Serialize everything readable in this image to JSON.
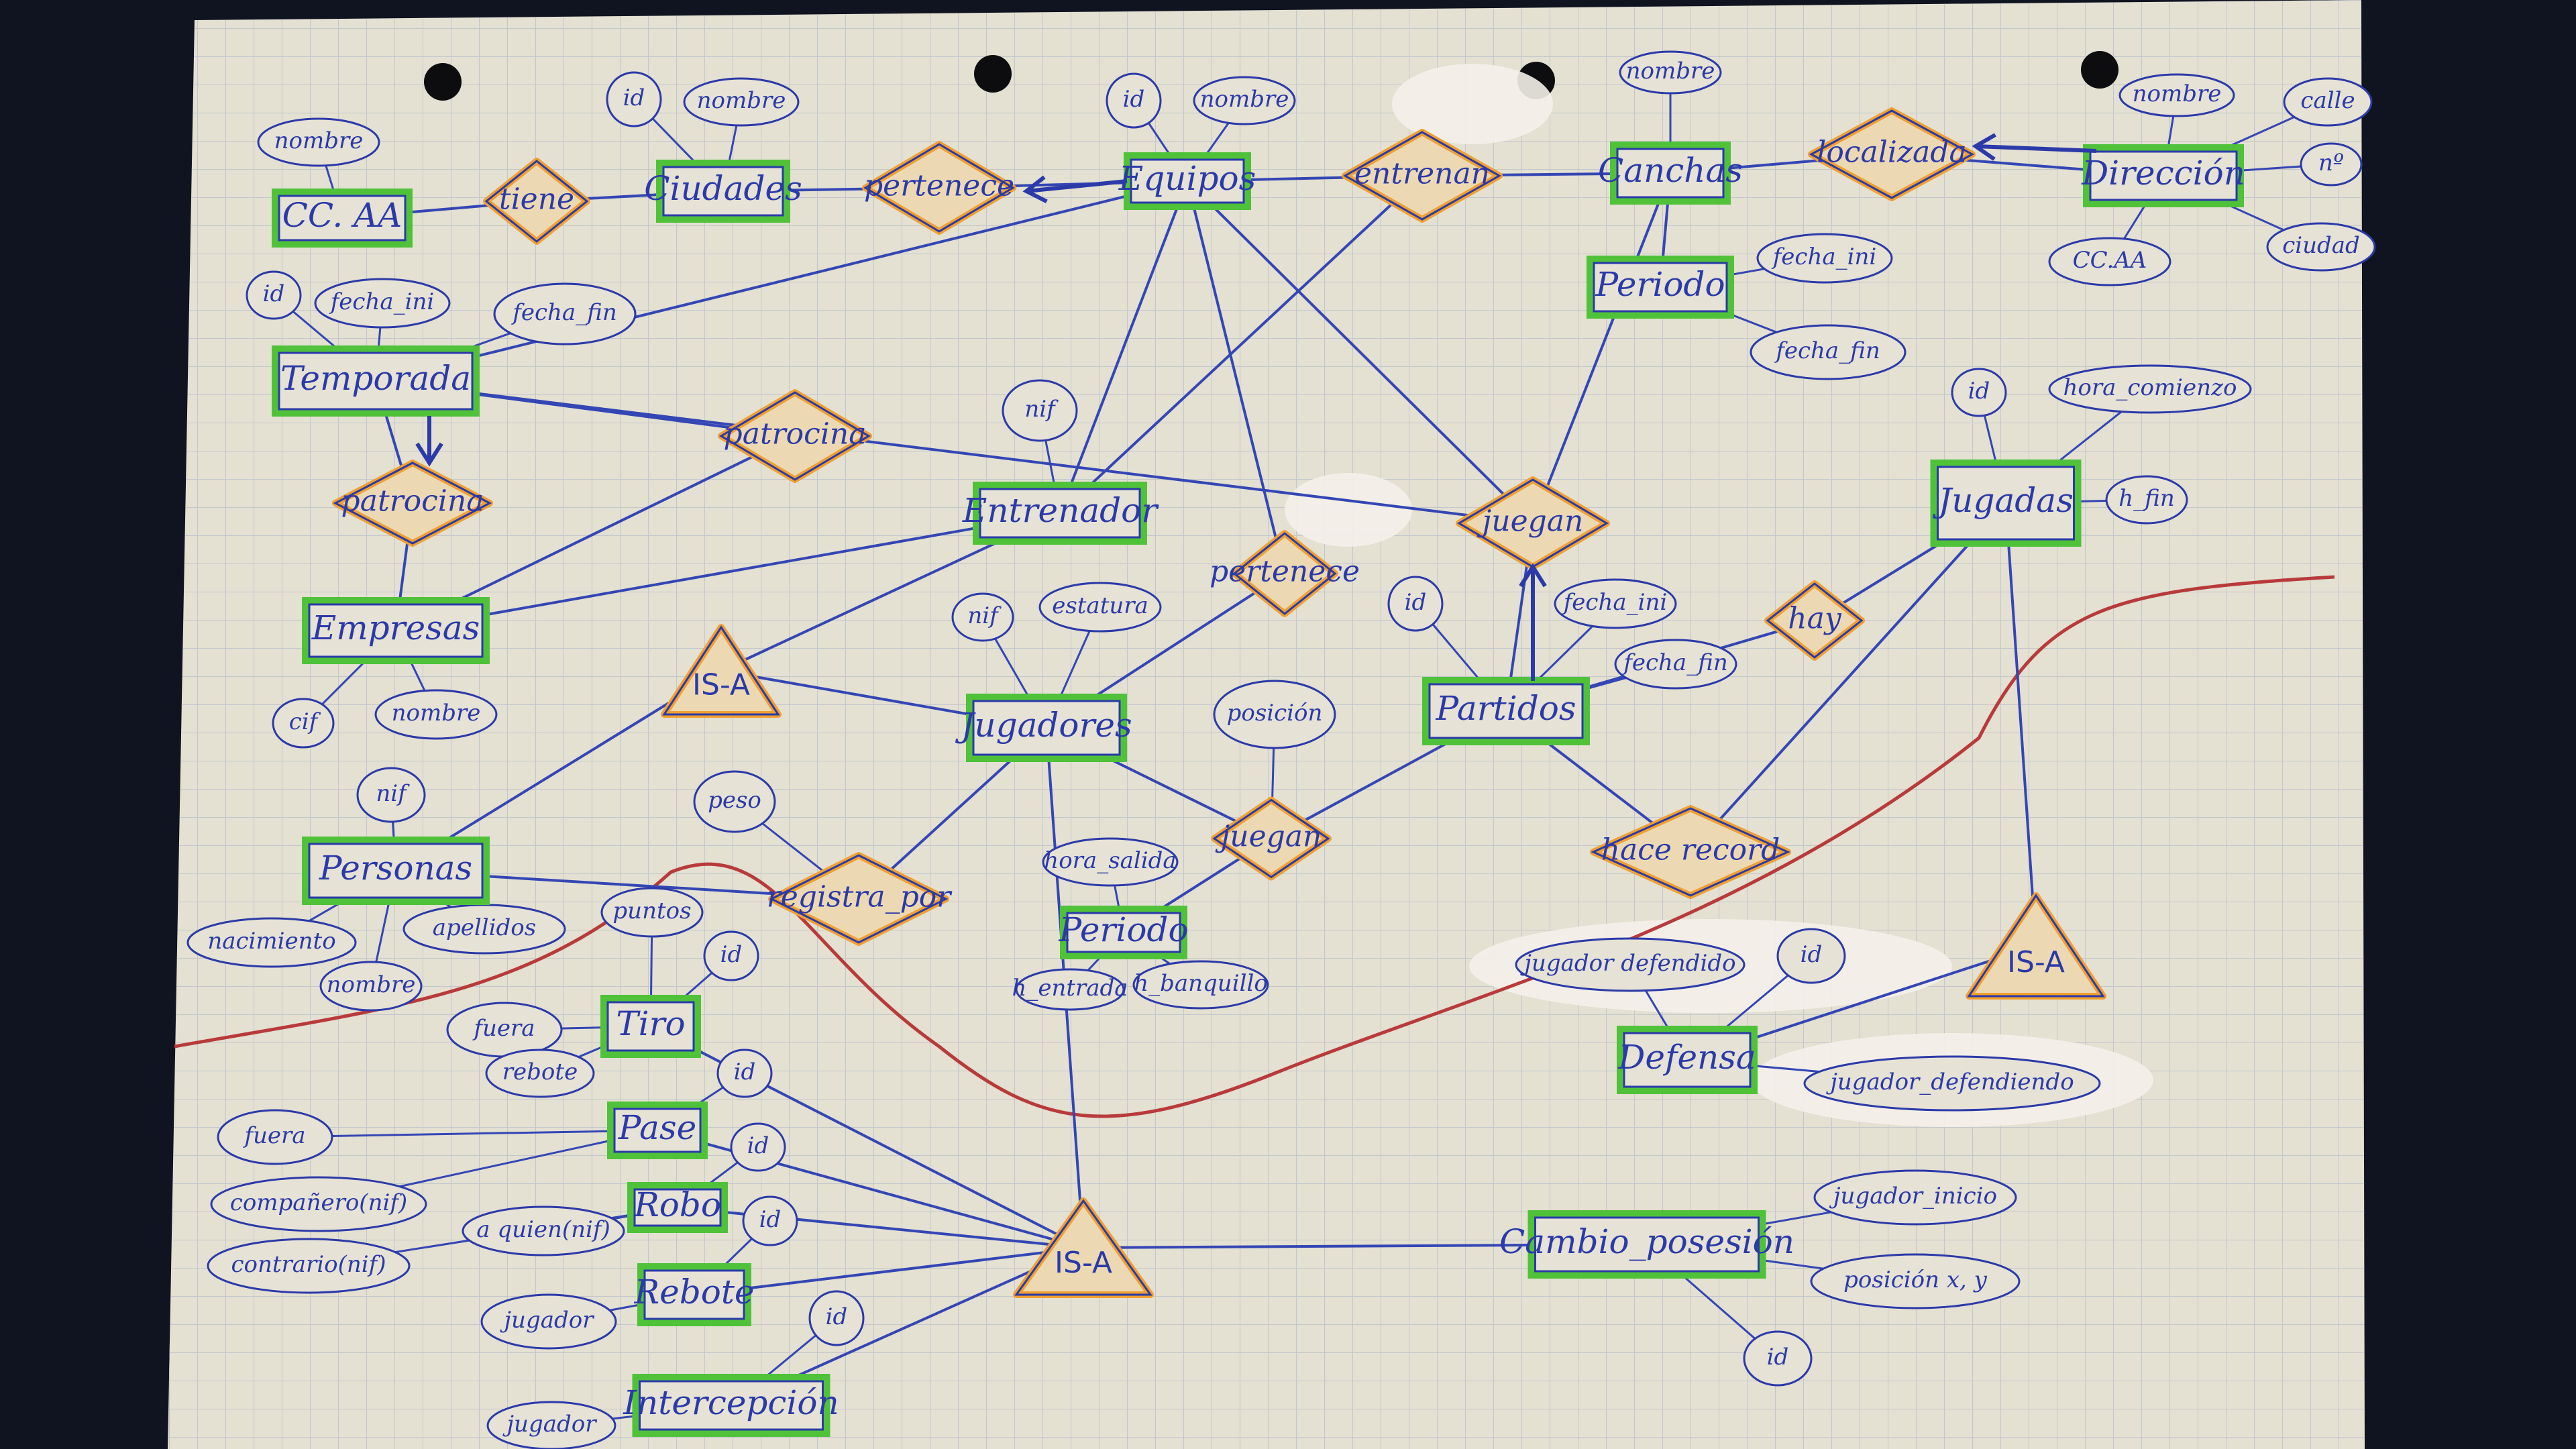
{
  "colors": {
    "background": "#0f1420",
    "paper": "#e5e1d3",
    "grid": "#c5c9cf",
    "ink": "#2b3aa8",
    "entity_highlight": "#4fc23a",
    "relation_highlight": "#f0a030",
    "perimeter_line": "#b83a3a"
  },
  "entities": [
    {
      "id": "ccaa",
      "label": "CC. AA"
    },
    {
      "id": "ciudades",
      "label": "Ciudades"
    },
    {
      "id": "equipos",
      "label": "Equipos"
    },
    {
      "id": "canchas",
      "label": "Canchas"
    },
    {
      "id": "direccion",
      "label": "Dirección"
    },
    {
      "id": "periodo_top",
      "label": "Periodo"
    },
    {
      "id": "temporada",
      "label": "Temporada"
    },
    {
      "id": "empresas",
      "label": "Empresas"
    },
    {
      "id": "entrenador",
      "label": "Entrenador"
    },
    {
      "id": "jugadores",
      "label": "Jugadores"
    },
    {
      "id": "partidos",
      "label": "Partidos"
    },
    {
      "id": "jugadas",
      "label": "Jugadas"
    },
    {
      "id": "personas",
      "label": "Personas"
    },
    {
      "id": "periodo_mid",
      "label": "Periodo"
    },
    {
      "id": "tiro",
      "label": "Tiro"
    },
    {
      "id": "pase",
      "label": "Pase"
    },
    {
      "id": "robo",
      "label": "Robo"
    },
    {
      "id": "rebote",
      "label": "Rebote"
    },
    {
      "id": "intercepcion",
      "label": "Intercepción"
    },
    {
      "id": "defensa",
      "label": "Defensa"
    },
    {
      "id": "cambio",
      "label": "Cambio_posesión"
    }
  ],
  "relations": [
    {
      "id": "tiene",
      "label": "tiene"
    },
    {
      "id": "pertenece_top",
      "label": "pertenece"
    },
    {
      "id": "entrenan",
      "label": "entrenan"
    },
    {
      "id": "localizada",
      "label": "localizada"
    },
    {
      "id": "patrocina_1",
      "label": "patrocina"
    },
    {
      "id": "patrocina_2",
      "label": "patrocina"
    },
    {
      "id": "pertenece_mid",
      "label": "pertenece"
    },
    {
      "id": "juegan_top",
      "label": "juegan"
    },
    {
      "id": "hay",
      "label": "hay"
    },
    {
      "id": "juegan_mid",
      "label": "juegan"
    },
    {
      "id": "registra",
      "label": "registra_por"
    },
    {
      "id": "hace_record",
      "label": "hace record"
    },
    {
      "id": "isa_1",
      "label": "IS-A"
    },
    {
      "id": "isa_2",
      "label": "IS-A"
    },
    {
      "id": "isa_3",
      "label": "IS-A"
    }
  ],
  "attributes": [
    {
      "id": "ccaa_nombre",
      "label": "nombre"
    },
    {
      "id": "ciu_id",
      "label": "id"
    },
    {
      "id": "ciu_nombre",
      "label": "nombre"
    },
    {
      "id": "eq_id",
      "label": "id"
    },
    {
      "id": "eq_nombre",
      "label": "nombre"
    },
    {
      "id": "can_nombre",
      "label": "nombre"
    },
    {
      "id": "dir_nombre",
      "label": "nombre"
    },
    {
      "id": "dir_calle",
      "label": "calle"
    },
    {
      "id": "dir_no",
      "label": "nº"
    },
    {
      "id": "dir_ciudad",
      "label": "ciudad"
    },
    {
      "id": "dir_ccaa",
      "label": "CC.AA"
    },
    {
      "id": "per_fechaini",
      "label": "fecha_ini"
    },
    {
      "id": "per_fechafin",
      "label": "fecha_fin"
    },
    {
      "id": "tem_id",
      "label": "id"
    },
    {
      "id": "tem_fechaini",
      "label": "fecha_ini"
    },
    {
      "id": "tem_fechafin",
      "label": "fecha_fin"
    },
    {
      "id": "emp_cif",
      "label": "cif"
    },
    {
      "id": "emp_nombre",
      "label": "nombre"
    },
    {
      "id": "ent_nif",
      "label": "nif"
    },
    {
      "id": "jug_nif",
      "label": "nif"
    },
    {
      "id": "jug_estatura",
      "label": "estatura"
    },
    {
      "id": "jug_posicion",
      "label": "posición"
    },
    {
      "id": "par_id",
      "label": "id"
    },
    {
      "id": "par_fechaini",
      "label": "fecha_ini"
    },
    {
      "id": "par_fechafin",
      "label": "fecha_fin"
    },
    {
      "id": "jgd_id",
      "label": "id"
    },
    {
      "id": "jgd_hcom",
      "label": "hora_comienzo"
    },
    {
      "id": "jgd_hfin",
      "label": "h_fin"
    },
    {
      "id": "pers_nif",
      "label": "nif"
    },
    {
      "id": "pers_nac",
      "label": "nacimiento"
    },
    {
      "id": "pers_ape",
      "label": "apellidos"
    },
    {
      "id": "pers_nombre",
      "label": "nombre"
    },
    {
      "id": "reg_peso",
      "label": "peso"
    },
    {
      "id": "pm_hsalida",
      "label": "hora_salida"
    },
    {
      "id": "pm_hentrada",
      "label": "h_entrada"
    },
    {
      "id": "pm_hbanquillo",
      "label": "h_banquillo"
    },
    {
      "id": "tiro_puntos",
      "label": "puntos"
    },
    {
      "id": "tiro_id",
      "label": "id"
    },
    {
      "id": "tiro_fuera",
      "label": "fuera"
    },
    {
      "id": "tiro_rebote",
      "label": "rebote"
    },
    {
      "id": "pase_id",
      "label": "id"
    },
    {
      "id": "pase_fuera",
      "label": "fuera"
    },
    {
      "id": "pase_comp",
      "label": "compañero(nif)"
    },
    {
      "id": "robo_id",
      "label": "id"
    },
    {
      "id": "robo_contrario",
      "label": "contrario(nif)"
    },
    {
      "id": "robo_aquien",
      "label": "a quien(nif)"
    },
    {
      "id": "reb_id",
      "label": "id"
    },
    {
      "id": "reb_jugador",
      "label": "jugador"
    },
    {
      "id": "int_id",
      "label": "id"
    },
    {
      "id": "int_jugador",
      "label": "jugador"
    },
    {
      "id": "def_jdefendido",
      "label": "jugador defendido"
    },
    {
      "id": "def_id",
      "label": "id"
    },
    {
      "id": "def_jdefendiendo",
      "label": "jugador_defendiendo"
    },
    {
      "id": "cam_jinicio",
      "label": "jugador_inicio"
    },
    {
      "id": "cam_pos",
      "label": "posición x, y"
    },
    {
      "id": "cam_id",
      "label": "id"
    }
  ]
}
